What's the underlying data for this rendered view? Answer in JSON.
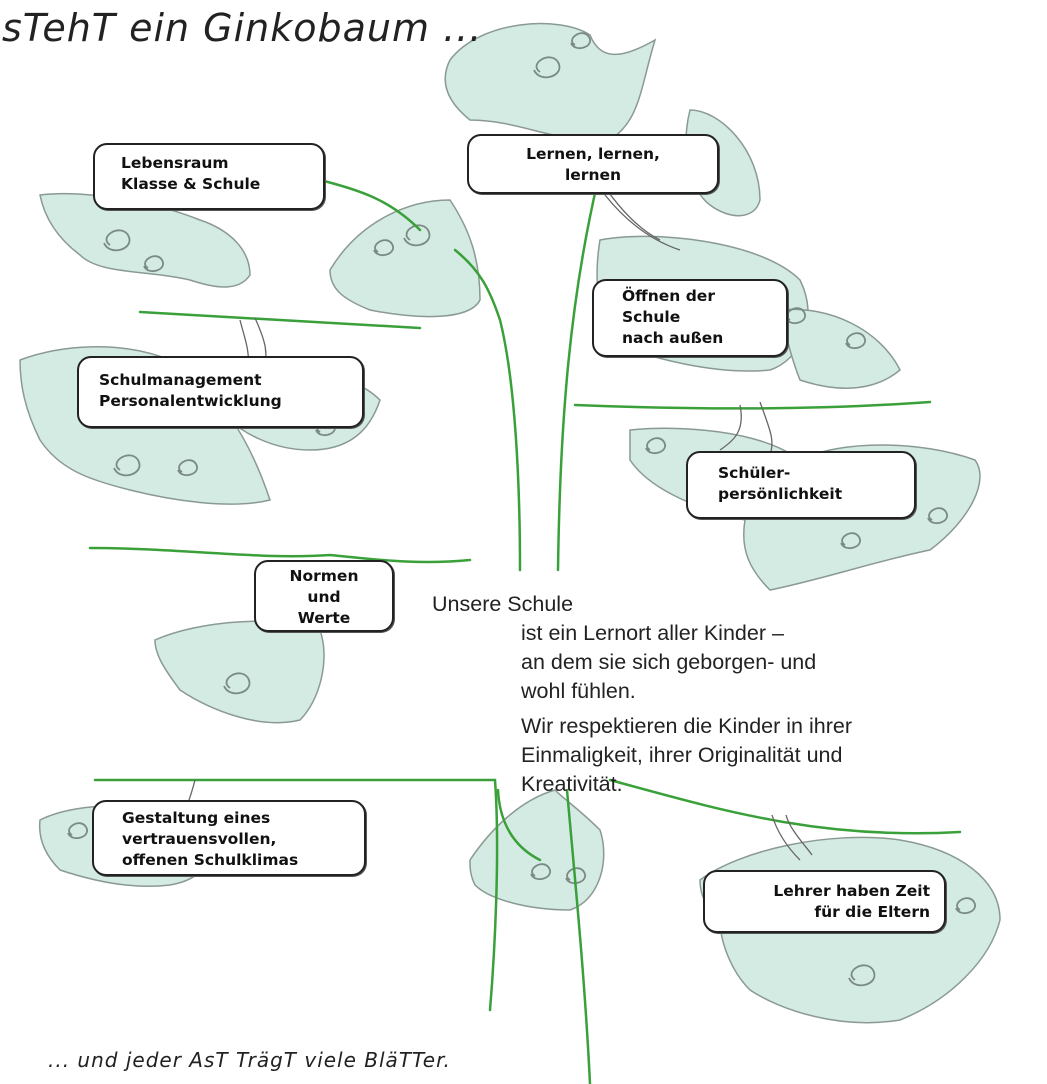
{
  "header": {
    "text": "sTehT ein Ginkobaum ..."
  },
  "footer": {
    "text": "... und jeder AsT TrägT viele BläTTer."
  },
  "labels": {
    "lebensraum": [
      "Lebensraum",
      "Klasse & Schule"
    ],
    "lernen": [
      "Lernen, lernen,",
      "lernen"
    ],
    "oeffnen": [
      "Öffnen der",
      "Schule",
      "nach außen"
    ],
    "schulmanagement": [
      "Schulmanagement",
      "Personalentwicklung"
    ],
    "schueler": [
      "Schüler-",
      "persönlichkeit"
    ],
    "normen": [
      "Normen",
      "und",
      "Werte"
    ],
    "gestaltung": [
      "Gestaltung eines",
      "vertrauensvollen,",
      "offenen Schulklimas"
    ],
    "lehrer": [
      "Lehrer haben Zeit",
      "für die Eltern"
    ]
  },
  "statement": {
    "title": "Unsere Schule",
    "lines": [
      "ist ein Lernort aller Kinder –",
      "an dem sie sich geborgen- und",
      "wohl fühlen."
    ],
    "lines2": [
      "Wir respektieren die Kinder in ihrer",
      "Einmaligkeit, ihrer Originalität und",
      "Kreativität."
    ]
  },
  "colors": {
    "branch": "#3aa03a",
    "leaf_fill": "#d3ebe2",
    "leaf_stroke": "#8a9a92",
    "spiral": "#7a8a84",
    "box_border": "#222222"
  }
}
